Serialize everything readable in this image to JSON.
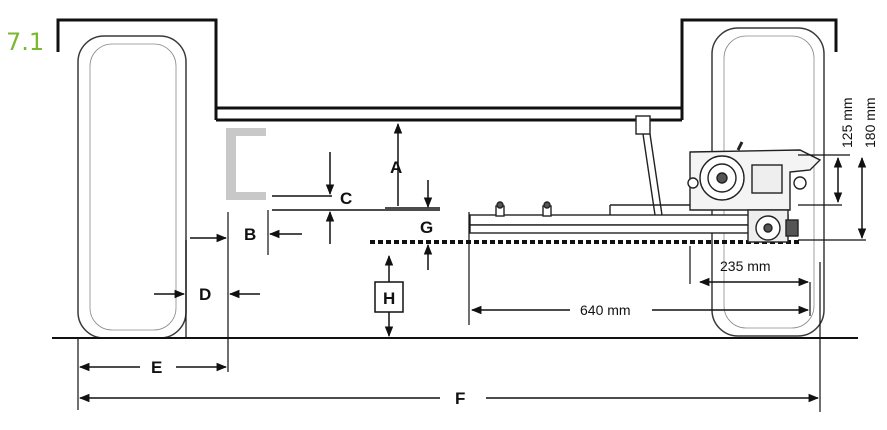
{
  "section_number": "7.1",
  "colors": {
    "section_number": "#7cb82f",
    "line": "#111111",
    "bracket_gray": "#c8c8c8",
    "tyre_stroke": "#3a3a3a",
    "machine_gray": "#555555"
  },
  "labels": {
    "A": "A",
    "B": "B",
    "C": "C",
    "D": "D",
    "E": "E",
    "F": "F",
    "G": "G",
    "H": "H"
  },
  "measurements": {
    "width_640": "640 mm",
    "width_235": "235 mm",
    "height_125": "125 mm",
    "height_180": "180 mm"
  }
}
